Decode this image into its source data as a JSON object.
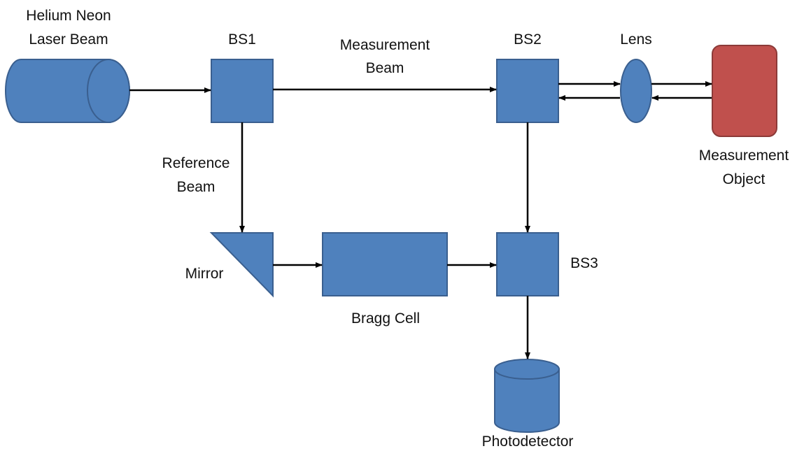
{
  "colors": {
    "component_fill": "#4f81bd",
    "component_stroke": "#3a5f8f",
    "object_fill": "#c0504d",
    "object_stroke": "#8c3a38",
    "arrow": "#000000",
    "text": "#111111"
  },
  "labels": {
    "laser": [
      "Helium Neon",
      "Laser Beam"
    ],
    "bs1": "BS1",
    "measurement_beam": [
      "Measurement",
      "Beam"
    ],
    "bs2": "BS2",
    "lens": "Lens",
    "measurement_object": [
      "Measurement",
      "Object"
    ],
    "reference_beam": [
      "Reference",
      "Beam"
    ],
    "mirror": "Mirror",
    "bragg_cell": "Bragg Cell",
    "bs3": "BS3",
    "photodetector": "Photodetector"
  }
}
